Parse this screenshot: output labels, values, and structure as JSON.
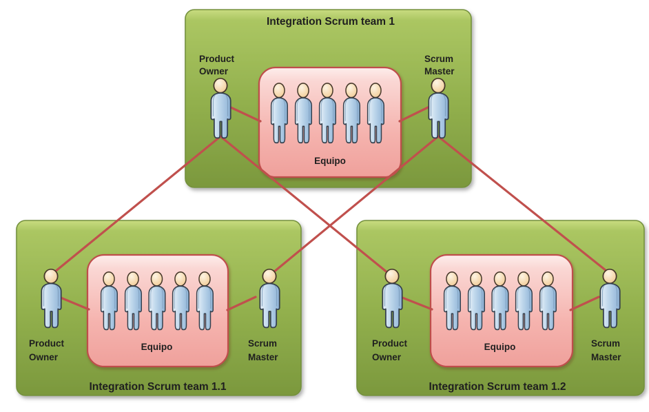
{
  "diagram": {
    "type": "org-structure",
    "background_color": "#ffffff",
    "colors": {
      "team_box_green_light": "#c6da7c",
      "team_box_green": "#94b14e",
      "team_box_green_dark": "#7c993d",
      "team_box_border": "#73903c",
      "equipo_box_pink_light": "#fdeeec",
      "equipo_box_pink": "#f0a19c",
      "equipo_box_border": "#bf4e4b",
      "connector_red": "#c0504d",
      "person_body_blue": "#b7d2e9",
      "person_head_tan": "#f5d7ab",
      "text_color": "#1f1f1f"
    },
    "labels": {
      "product_owner": {
        "line1": "Product",
        "line2": "Owner"
      },
      "scrum_master": {
        "line1": "Scrum",
        "line2": "Master"
      },
      "team": "Equipo"
    },
    "teams": [
      {
        "id": "team-1",
        "title": "Integration Scrum team 1",
        "title_position": "top",
        "members": 5
      },
      {
        "id": "team-1-1",
        "title": "Integration Scrum team 1.1",
        "title_position": "bottom",
        "members": 5
      },
      {
        "id": "team-1-2",
        "title": "Integration Scrum team 1.2",
        "title_position": "bottom",
        "members": 5
      }
    ],
    "connections": [
      {
        "from": "team-1-product-owner",
        "to": "team-1-equipo"
      },
      {
        "from": "team-1-equipo",
        "to": "team-1-scrum-master"
      },
      {
        "from": "team-1-product-owner",
        "to": "team-1-1-product-owner"
      },
      {
        "from": "team-1-product-owner",
        "to": "team-1-2-product-owner"
      },
      {
        "from": "team-1-scrum-master",
        "to": "team-1-1-scrum-master"
      },
      {
        "from": "team-1-scrum-master",
        "to": "team-1-2-scrum-master"
      },
      {
        "from": "team-1-1-product-owner",
        "to": "team-1-1-equipo"
      },
      {
        "from": "team-1-1-equipo",
        "to": "team-1-1-scrum-master"
      },
      {
        "from": "team-1-2-product-owner",
        "to": "team-1-2-equipo"
      },
      {
        "from": "team-1-2-equipo",
        "to": "team-1-2-scrum-master"
      }
    ]
  }
}
